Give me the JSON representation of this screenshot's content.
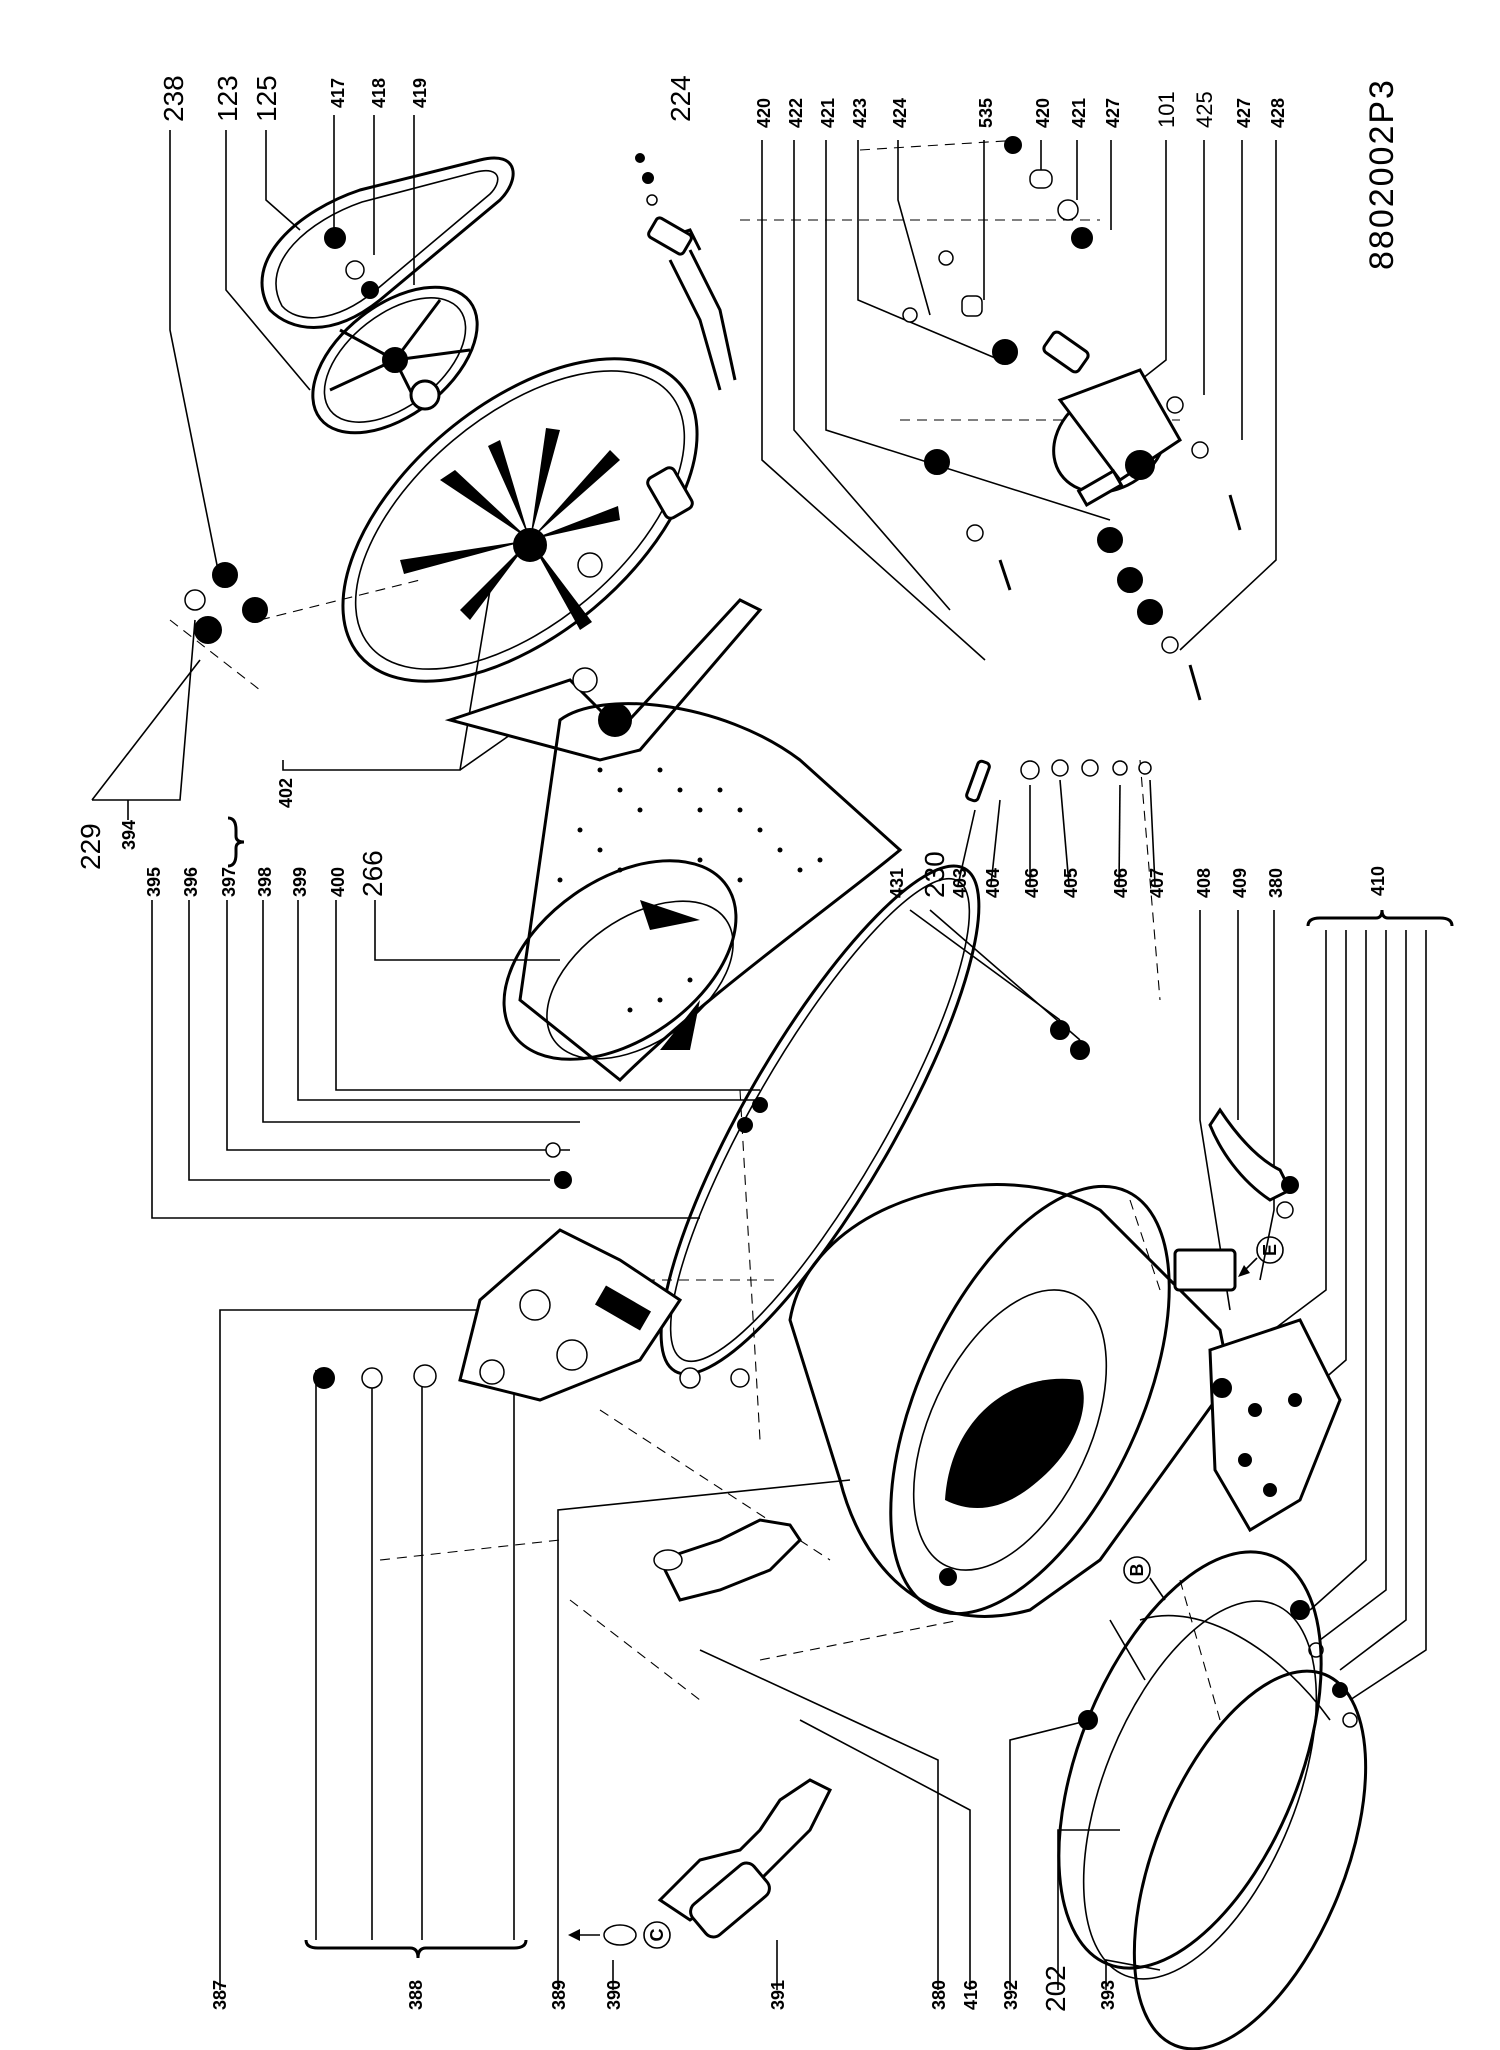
{
  "drawing_code": "8802002P3",
  "marker_labels": [
    "E",
    "B",
    "C"
  ],
  "callouts": {
    "l238": "238",
    "l123": "123",
    "l125": "125",
    "l417": "417",
    "l418": "418",
    "l419": "419",
    "l224": "224",
    "l420a": "420",
    "l422": "422",
    "l421a": "421",
    "l423": "423",
    "l424": "424",
    "l535": "535",
    "l420b": "420",
    "l421b": "421",
    "l427a": "427",
    "l101": "101",
    "l425": "425",
    "l427b": "427",
    "l428": "428",
    "l229": "229",
    "l394": "394",
    "l402": "402",
    "l395": "395",
    "l396": "396",
    "l397": "397",
    "l398": "398",
    "l399": "399",
    "l400": "400",
    "l266": "266",
    "l431": "431",
    "l230": "230",
    "l403": "403",
    "l404": "404",
    "l406a": "406",
    "l405": "405",
    "l406b": "406",
    "l407": "407",
    "l408": "408",
    "l409": "409",
    "l380a": "380",
    "l410": "410",
    "l387": "387",
    "l388": "388",
    "l389": "389",
    "l390": "390",
    "l391": "391",
    "l380b": "380",
    "l416": "416",
    "l392": "392",
    "l202": "202",
    "l393": "393"
  }
}
